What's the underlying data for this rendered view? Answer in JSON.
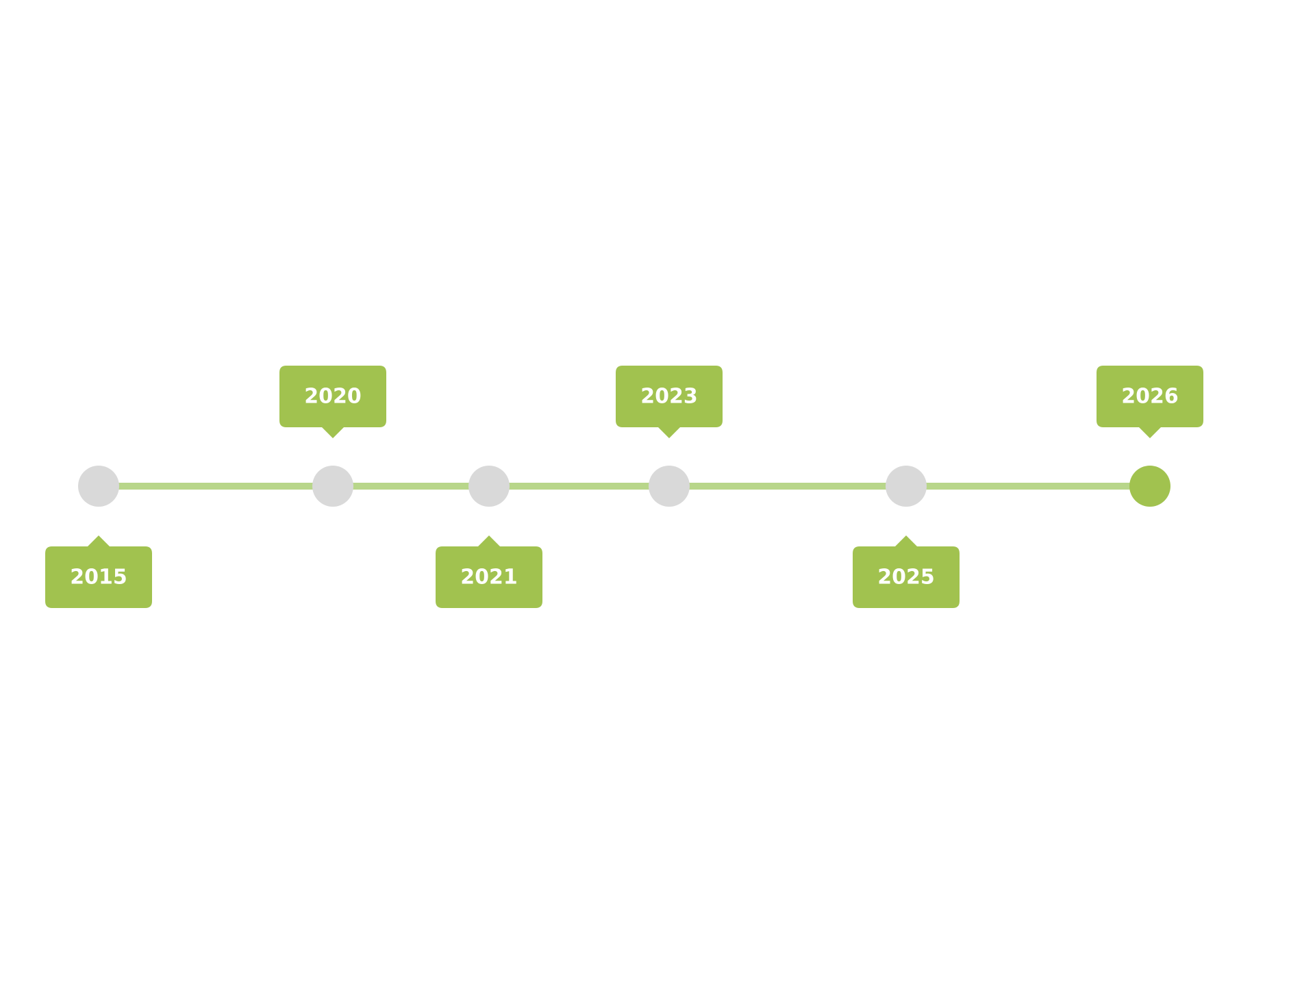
{
  "colors": {
    "accent": "#a1c24f",
    "line": "#b8d68a",
    "node_inactive": "#d9d9d9",
    "node_active": "#a1c24f",
    "label_text": "#ffffff"
  },
  "timeline": {
    "milestones": [
      {
        "year": "2015",
        "label_side": "below",
        "active": false
      },
      {
        "year": "2020",
        "label_side": "above",
        "active": false
      },
      {
        "year": "2021",
        "label_side": "below",
        "active": false
      },
      {
        "year": "2023",
        "label_side": "above",
        "active": false
      },
      {
        "year": "2025",
        "label_side": "below",
        "active": false
      },
      {
        "year": "2026",
        "label_side": "above",
        "active": true
      }
    ]
  }
}
